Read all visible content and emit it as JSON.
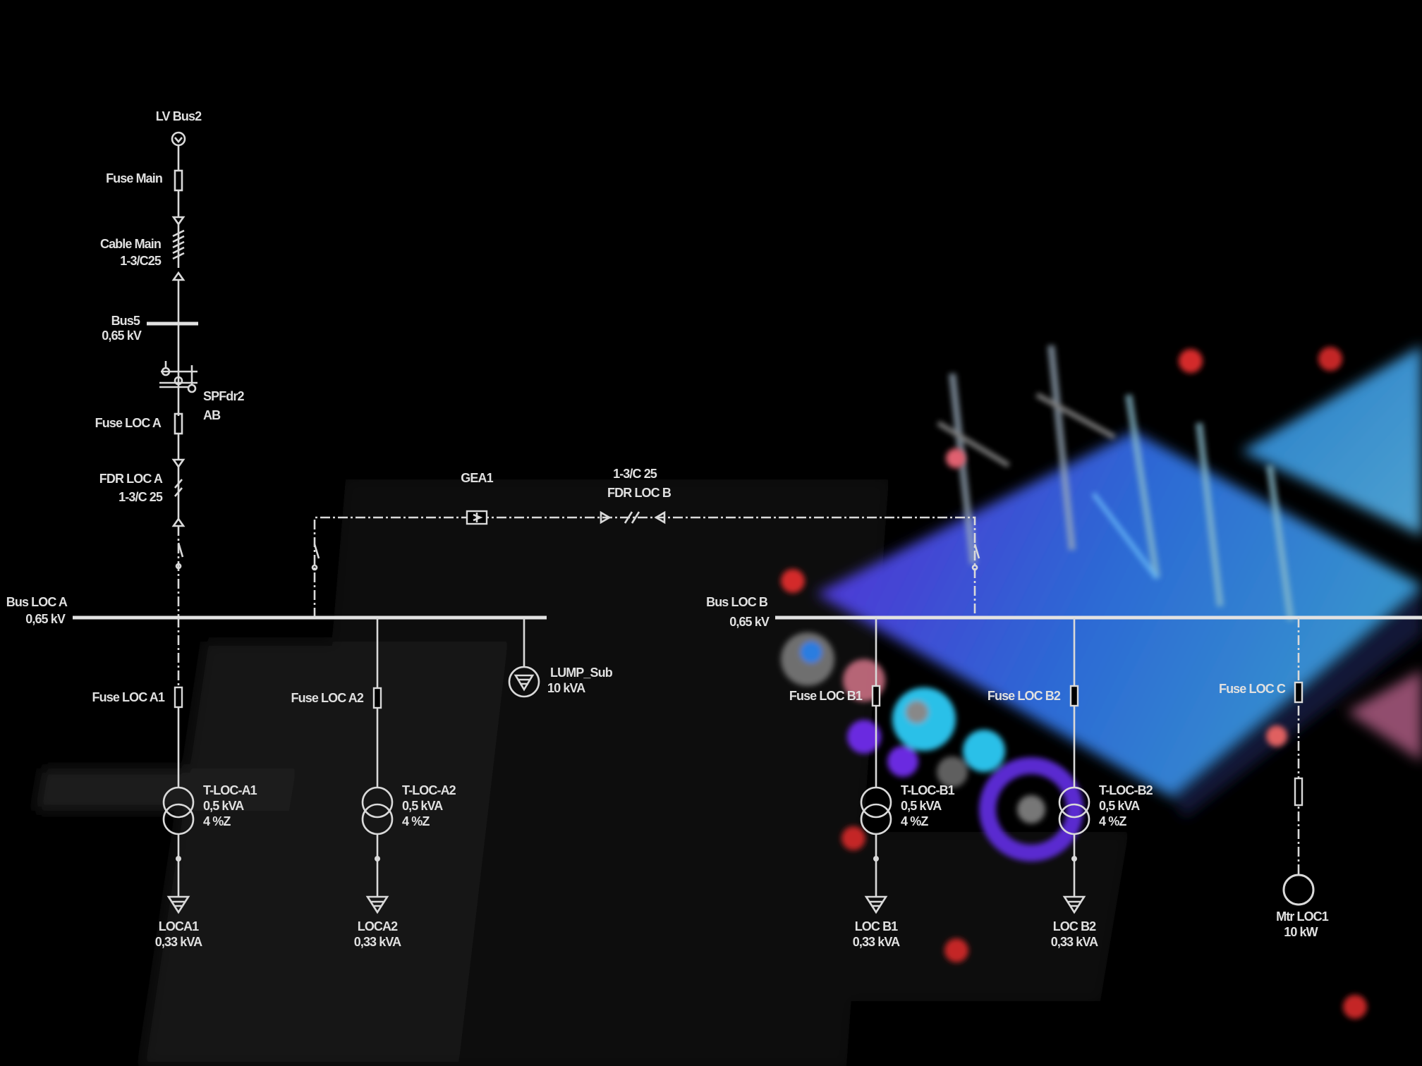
{
  "colors": {
    "line": "#d9d9d9",
    "background": "#000000",
    "platform_start": "#5b2ce0",
    "platform_end": "#2e86de",
    "alert": "#d42a2a"
  },
  "main_feeder": {
    "source": "LV Bus2",
    "fuse_main": "Fuse Main",
    "cable_main": [
      "Cable Main",
      "1-3/C25"
    ],
    "bus5": [
      "Bus5",
      "0,65 kV"
    ],
    "spfdr": [
      "SPFdr2",
      "AB"
    ],
    "fuse_loc_a": "Fuse LOC A",
    "fdr_loc_a": [
      "FDR LOC A",
      "1-3/C 25"
    ]
  },
  "bus_loc_a": {
    "name": "Bus LOC A",
    "voltage": "0,65 kV"
  },
  "tie": {
    "gea": "GEA1",
    "cable": "1-3/C 25",
    "feeder": "FDR LOC B"
  },
  "bus_loc_b": {
    "name": "Bus LOC B",
    "voltage": "0,65 kV"
  },
  "lump": {
    "name": "LUMP_Sub",
    "rating": "10 kVA"
  },
  "branches": [
    {
      "fuse": "Fuse LOC A1",
      "xfmr": "T-LOC-A1",
      "kva": "0,5 kVA",
      "z": "4 %Z",
      "load": "LOCA1",
      "load_kva": "0,33 kVA"
    },
    {
      "fuse": "Fuse LOC A2",
      "xfmr": "T-LOC-A2",
      "kva": "0,5 kVA",
      "z": "4 %Z",
      "load": "LOCA2",
      "load_kva": "0,33 kVA"
    },
    {
      "fuse": "Fuse LOC B1",
      "xfmr": "T-LOC-B1",
      "kva": "0,5 kVA",
      "z": "4 %Z",
      "load": "LOC B1",
      "load_kva": "0,33 kVA"
    },
    {
      "fuse": "Fuse LOC B2",
      "xfmr": "T-LOC-B2",
      "kva": "0,5 kVA",
      "z": "4 %Z",
      "load": "LOC B2",
      "load_kva": "0,33 kVA"
    }
  ],
  "motor_branch": {
    "fuse": "Fuse LOC C",
    "motor": "Mtr LOC1",
    "rating": "10 kW"
  }
}
